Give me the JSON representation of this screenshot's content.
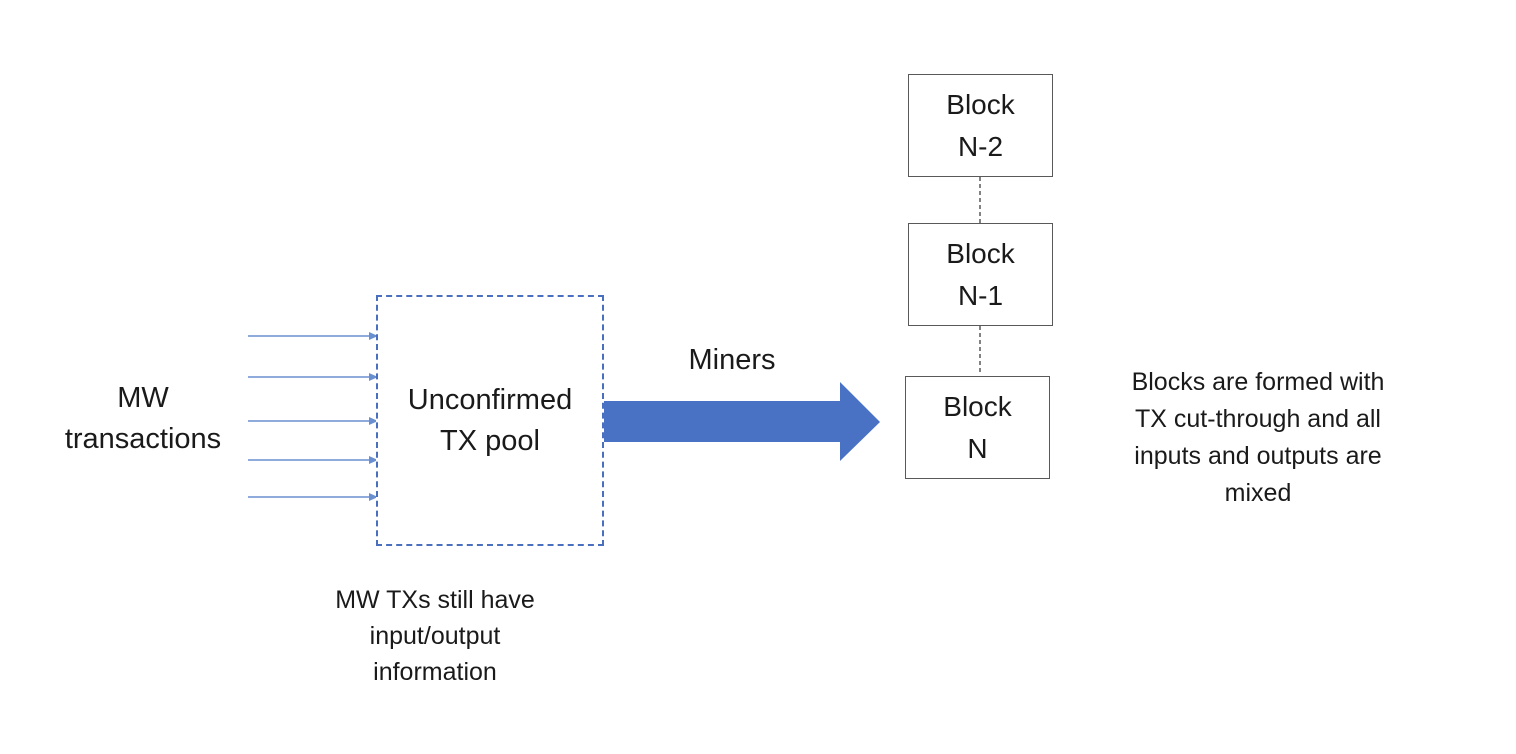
{
  "source_label": "MW\ntransactions",
  "pool": {
    "label": "Unconfirmed\nTX pool",
    "note": "MW TXs still have\ninput/output\ninformation"
  },
  "arrow_label": "Miners",
  "blocks": [
    {
      "label": "Block\nN-2"
    },
    {
      "label": "Block\nN-1"
    },
    {
      "label": "Block\nN"
    }
  ],
  "blocks_note": "Blocks are formed with\nTX cut-through and all\ninputs and outputs are\nmixed",
  "colors": {
    "arrow": "#4a72c4",
    "input_arrows": "#6a8fd0",
    "pool_border": "#4a6fbf",
    "block_border": "#595959"
  }
}
